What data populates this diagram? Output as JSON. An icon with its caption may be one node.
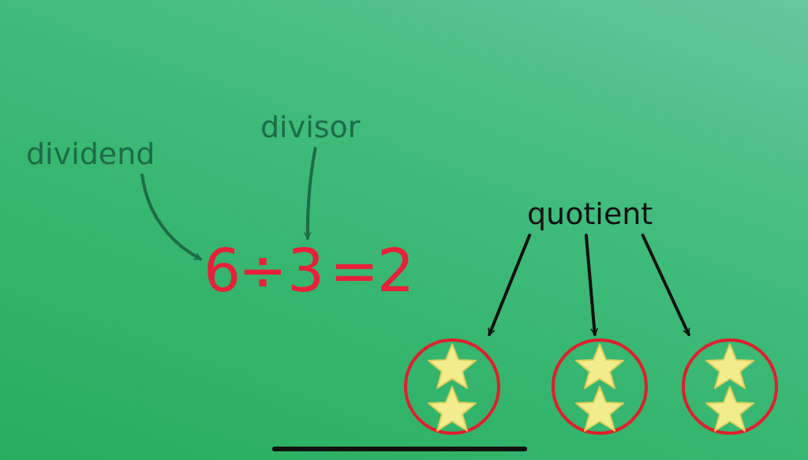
{
  "diagram": {
    "nodes": [
      {
        "text": [
          "dividend"
        ]
      },
      {
        "text": [
          "divisor"
        ]
      },
      {
        "text": [
          "6"
        ]
      },
      {
        "text": [
          "3"
        ]
      },
      {
        "text": [
          "quotient"
        ]
      },
      {
        "text": [],
        "shape": "circle"
      },
      {
        "text": [],
        "shape": "circle"
      },
      {
        "text": [],
        "shape": "circle"
      }
    ],
    "edges": [
      {
        "from": 0,
        "to": 2,
        "arrow": "to",
        "color": "#1d6b49"
      },
      {
        "from": 1,
        "to": 3,
        "arrow": "to",
        "color": "#1d6b49"
      },
      {
        "from": 4,
        "to": 5,
        "arrow": "to"
      },
      {
        "from": 4,
        "to": 6,
        "arrow": "to"
      },
      {
        "from": 4,
        "to": 7,
        "arrow": "to"
      }
    ],
    "labels": [
      "÷",
      "=",
      "2"
    ]
  }
}
